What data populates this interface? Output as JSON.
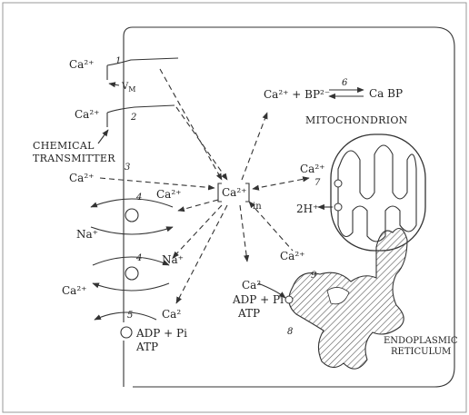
{
  "labels": {
    "ca_top": "Ca²⁺",
    "vm": "V",
    "vm_sub": "M",
    "ca_second": "Ca²⁺",
    "chemical": "CHEMICAL",
    "transmitter": "TRANSMITTER",
    "ca_third": "Ca²⁺",
    "ca_exchange_out": "Ca²⁺",
    "na_left": "Na⁺",
    "na_right": "Na⁺",
    "ca_lower": "Ca²⁺",
    "ca_pump": "Ca²",
    "adp_pi": "ADP + Pi",
    "atp": "ATP",
    "ca_in": "Ca²⁺",
    "in_sub": "in",
    "binding": "Ca²⁺ + BP²⁻",
    "cabp": "Ca BP",
    "mito_title": "MITOCHONDRION",
    "mito_ca": "Ca²⁺",
    "mito_h": "2H⁺",
    "er_ca": "Ca²⁺",
    "er_pump_ca": "Ca²",
    "er_adp_pi": "ADP + Pi",
    "er_atp": "ATP",
    "er_title_1": "ENDOPLASMIC",
    "er_title_2": "RETICULUM"
  },
  "step_numbers": [
    "1",
    "2",
    "3",
    "4",
    "4",
    "5",
    "6",
    "7",
    "8",
    "9"
  ]
}
